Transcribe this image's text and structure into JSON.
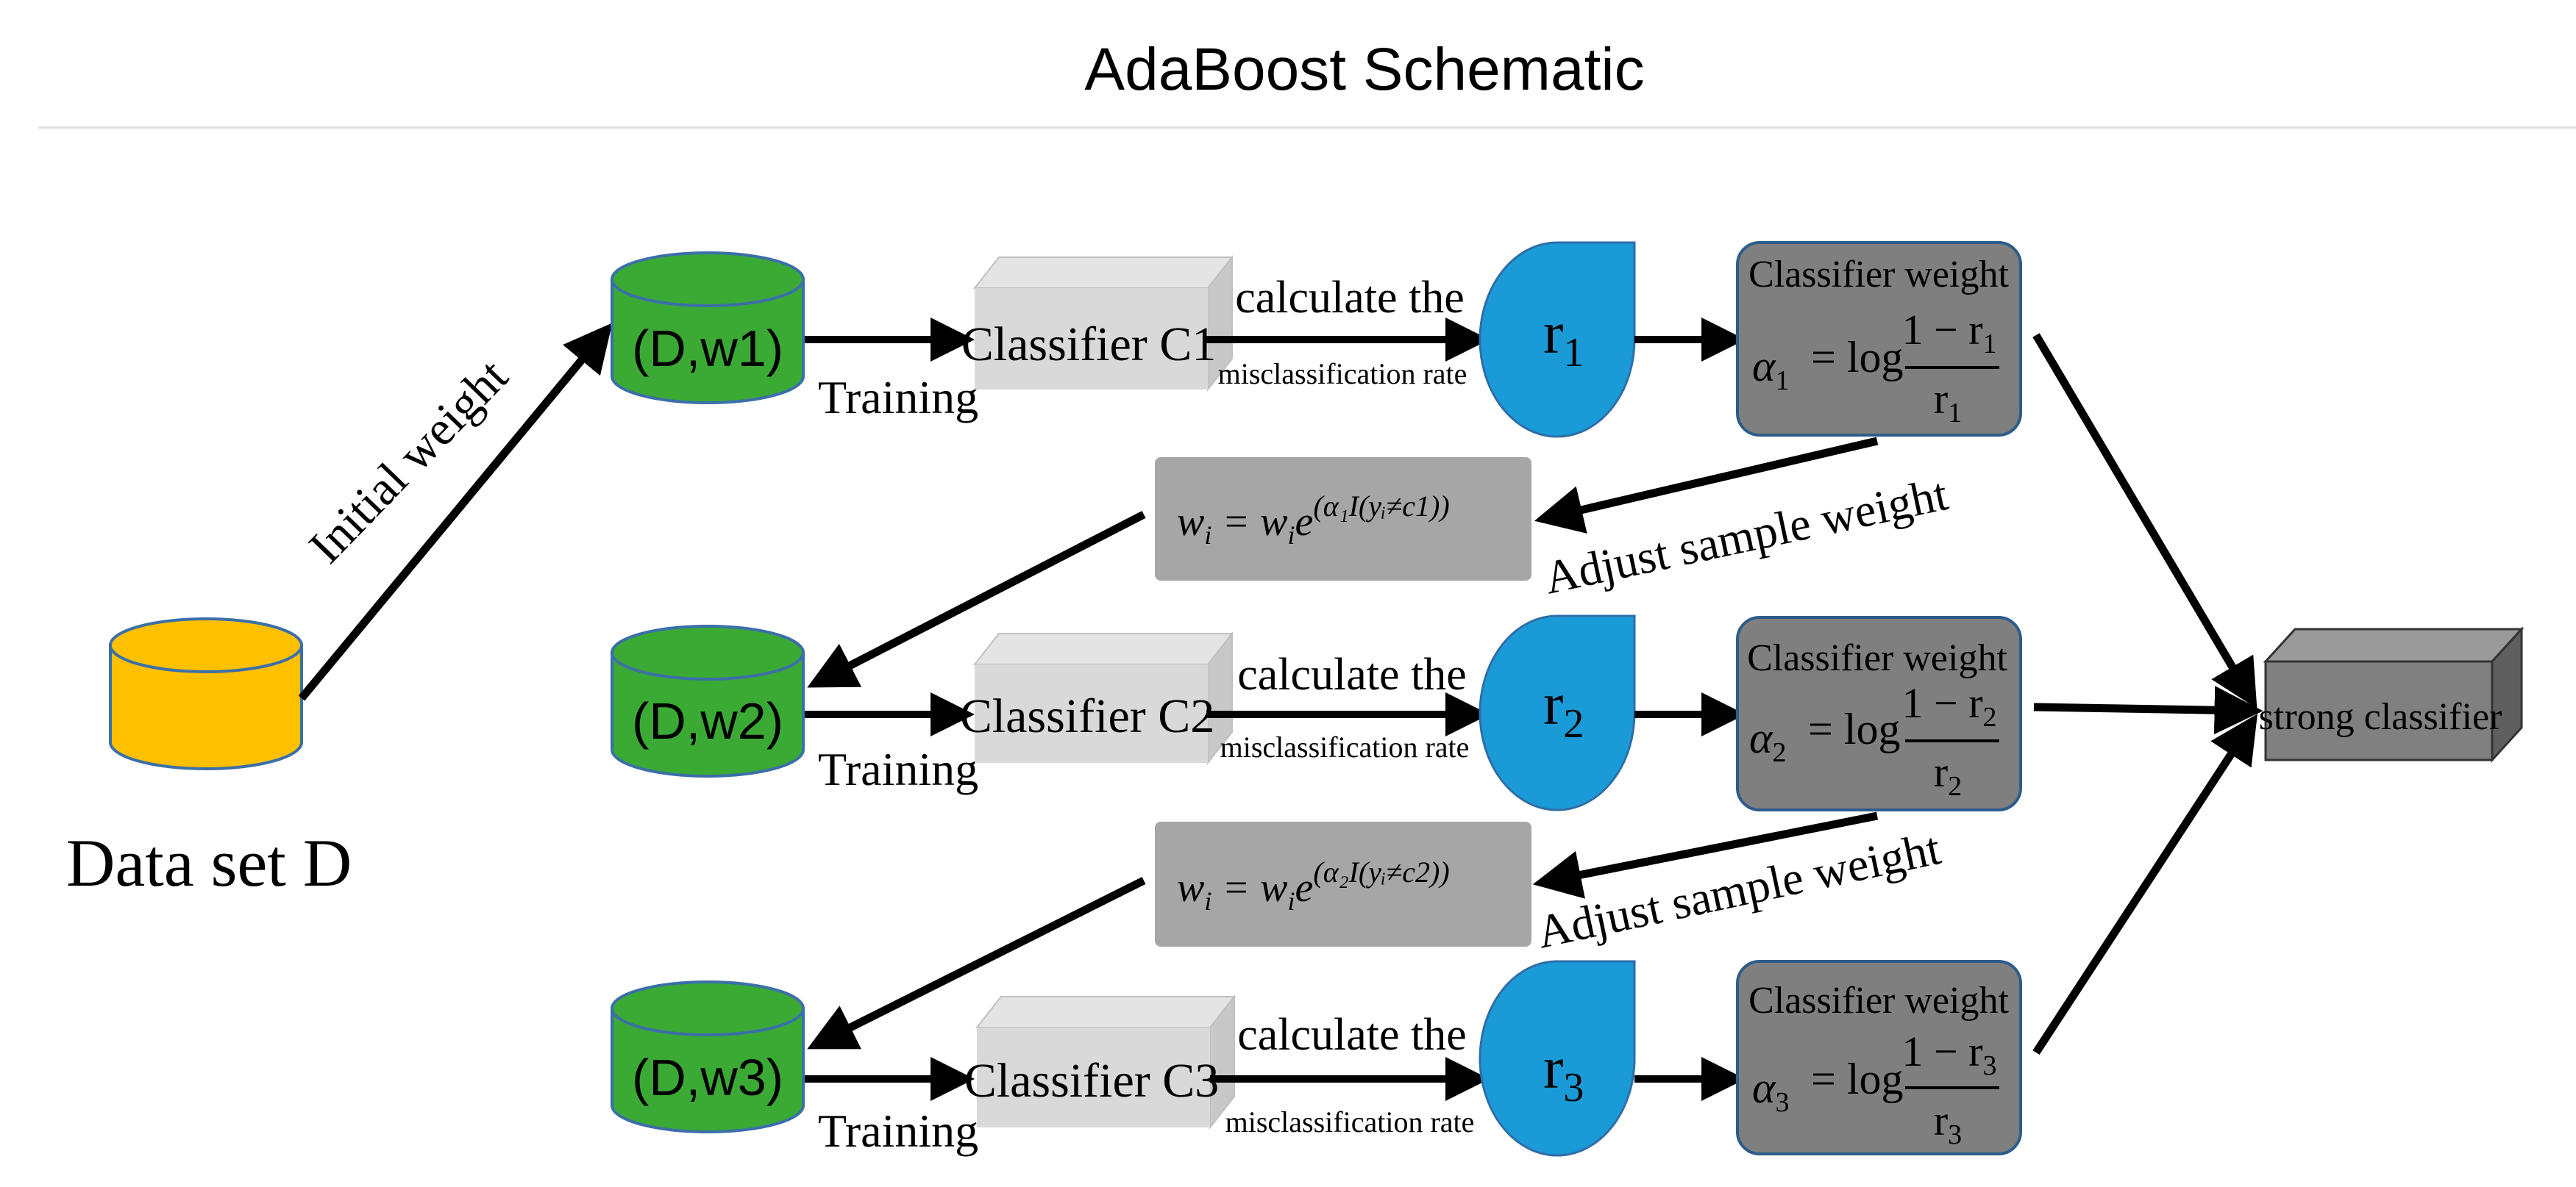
{
  "title": "AdaBoost Schematic",
  "colors": {
    "dataset": "#ffc000",
    "weighted_dataset": "#3aaa35",
    "classifier_box": "#d9d9d9",
    "error_rate": "#1a9ad6",
    "weight_box": "#7f7f7f",
    "update_box": "#a6a6a6",
    "strong_box": "#808080"
  },
  "dataset": {
    "label": "Data set D"
  },
  "initial_weight_label": "Initial weight",
  "rows": [
    {
      "data_label": "(D,w1)",
      "training_label": "Training",
      "classifier_label": "Classifier C1",
      "calc_label": "calculate the",
      "rate_label": "misclassification rate",
      "r_label": "r",
      "r_sub": "1",
      "weight_title": "Classifier weight",
      "alpha": "α",
      "alpha_sub": "1",
      "formula_mid": "= log",
      "numerator": "1 − r",
      "numerator_sub": "1",
      "denominator": "r",
      "denominator_sub": "1"
    },
    {
      "data_label": "(D,w2)",
      "training_label": "Training",
      "classifier_label": "Classifier C2",
      "calc_label": "calculate the",
      "rate_label": "misclassification rate",
      "r_label": "r",
      "r_sub": "2",
      "weight_title": "Classifier weight",
      "alpha": "α",
      "alpha_sub": "2",
      "formula_mid": "= log",
      "numerator": "1 − r",
      "numerator_sub": "2",
      "denominator": "r",
      "denominator_sub": "2"
    },
    {
      "data_label": "(D,w3)",
      "training_label": "Training",
      "classifier_label": "Classifier C3",
      "calc_label": "calculate the",
      "rate_label": "misclassification rate",
      "r_label": "r",
      "r_sub": "3",
      "weight_title": "Classifier weight",
      "alpha": "α",
      "alpha_sub": "3",
      "formula_mid": "= log",
      "numerator": "1 − r",
      "numerator_sub": "3",
      "denominator": "r",
      "denominator_sub": "3"
    }
  ],
  "updates": [
    {
      "adjust_label": "Adjust sample weight",
      "formula": "w",
      "formula_sub": "i",
      "formula_eq": " = w",
      "formula_sub2": "i",
      "formula_e": "e",
      "formula_exp": "(α₁I(yᵢ≠c1))"
    },
    {
      "adjust_label": "Adjust sample weight",
      "formula": "w",
      "formula_sub": "i",
      "formula_eq": " = w",
      "formula_sub2": "i",
      "formula_e": "e",
      "formula_exp": "(α₂I(yᵢ≠c2))"
    }
  ],
  "strong_classifier_label": "strong classifier"
}
